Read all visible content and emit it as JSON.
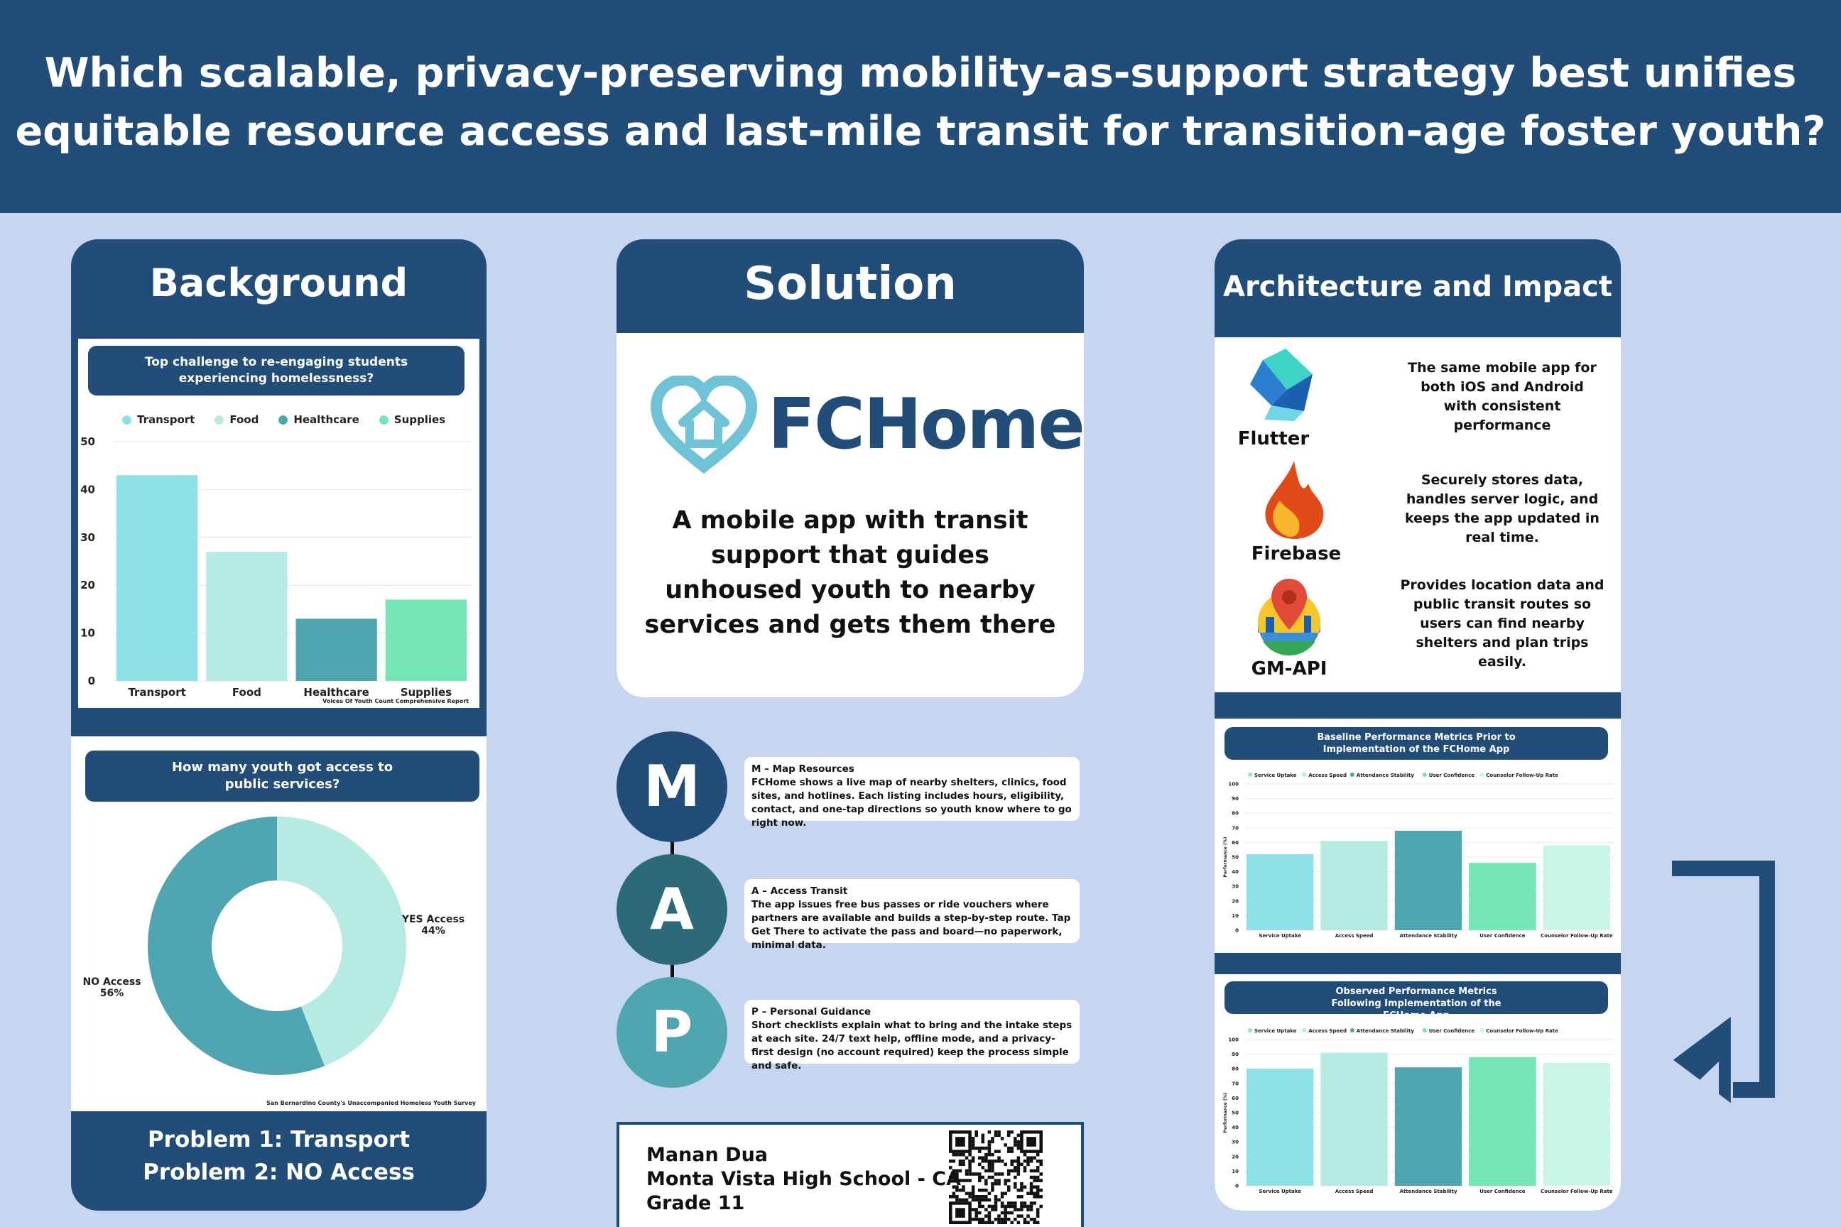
{
  "header": {
    "title_line1": "Which scalable, privacy-preserving mobility-as-support strategy best unifies",
    "title_line2": "equitable resource access and last-mile transit for transition-age foster youth?"
  },
  "colors": {
    "navy": "#214d78",
    "page_bg": "#c6d6f1",
    "transport": "#8de2e8",
    "food": "#b6ebe4",
    "healthcare": "#4fa6b0",
    "supplies": "#74e6b6",
    "follow_up": "#c9f6e4"
  },
  "background": {
    "heading": "Background",
    "problem1": "Problem 1: Transport",
    "problem2": "Problem 2: NO Access"
  },
  "chart_data": [
    {
      "type": "bar",
      "title": "Top challenge to re-engaging students experiencing homelessness?",
      "categories": [
        "Transport",
        "Food",
        "Healthcare",
        "Supplies"
      ],
      "values": [
        43,
        27,
        13,
        17
      ],
      "legend": [
        "Transport",
        "Food",
        "Healthcare",
        "Supplies"
      ],
      "yticks": [
        "0",
        "10",
        "20",
        "30",
        "40",
        "50"
      ],
      "ylim": [
        0,
        50
      ],
      "grid": true,
      "legend_position": "top",
      "source": "Voices Of Youth Count Comprehensive Report"
    },
    {
      "type": "pie",
      "title": "How many youth got access to public services?",
      "slices": [
        {
          "label": "YES Access",
          "pct_label": "44%",
          "value": 44
        },
        {
          "label": "NO Access",
          "pct_label": "56%",
          "value": 56
        }
      ],
      "source": "San Bernardino County's Unaccompanied Homeless Youth Survey"
    },
    {
      "type": "bar",
      "title": "Baseline Performance Metrics Prior to Implementation of the FCHome App",
      "ylabel": "Performance (%)",
      "categories": [
        "Service Uptake",
        "Access Speed",
        "Attendance Stability",
        "User Confidence",
        "Counselor Follow-Up Rate"
      ],
      "values": [
        52,
        61,
        68,
        46,
        58
      ],
      "legend": [
        "Service Uptake",
        "Access Speed",
        "Attendance Stability",
        "User Confidence",
        "Counselor Follow-Up Rate"
      ],
      "yticks": [
        "0",
        "10",
        "20",
        "30",
        "40",
        "50",
        "60",
        "70",
        "80",
        "90",
        "100"
      ],
      "ylim": [
        0,
        100
      ],
      "grid": true,
      "legend_position": "top"
    },
    {
      "type": "bar",
      "title": "Observed Performance Metrics Following Implementation of the FCHome App",
      "ylabel": "Performance (%)",
      "categories": [
        "Service Uptake",
        "Access Speed",
        "Attendance Stability",
        "User Confidence",
        "Counselor Follow-Up Rate"
      ],
      "values": [
        80,
        91,
        81,
        88,
        84
      ],
      "legend": [
        "Service Uptake",
        "Access Speed",
        "Attendance Stability",
        "User Confidence",
        "Counselor Follow-Up Rate"
      ],
      "yticks": [
        "0",
        "10",
        "20",
        "30",
        "40",
        "50",
        "60",
        "70",
        "80",
        "90",
        "100"
      ],
      "ylim": [
        0,
        100
      ],
      "grid": true,
      "legend_position": "top"
    }
  ],
  "solution": {
    "heading": "Solution",
    "logo_text": "FCHome",
    "tagline_lines": [
      "A mobile app with transit",
      "support that guides",
      "unhoused youth to nearby",
      "services and gets them there"
    ],
    "map": [
      {
        "letter": "M",
        "title": "M – Map Resources",
        "text": "FCHome shows a live map of nearby shelters, clinics, food sites, and hotlines. Each listing includes hours, eligibility, contact, and one-tap directions so youth know where to go right now."
      },
      {
        "letter": "A",
        "title": "A – Access Transit",
        "text": "The app issues free bus passes or ride vouchers where partners are available and builds a step-by-step route. Tap Get There to activate the pass and board—no paperwork, minimal data."
      },
      {
        "letter": "P",
        "title": "P – Personal Guidance",
        "text": "Short checklists explain what to bring and the intake steps at each site. 24/7 text help, offline mode, and a privacy-first design (no account required) keep the process simple and safe."
      }
    ],
    "author": {
      "name": "Manan Dua",
      "school": "Monta Vista High School - CA",
      "grade": "Grade 11"
    }
  },
  "architecture": {
    "heading": "Architecture and Impact",
    "tech": [
      {
        "name": "Flutter",
        "icon": "flutter-icon",
        "desc_lines": [
          "The same mobile app for",
          "both iOS and Android",
          "with consistent",
          "performance"
        ]
      },
      {
        "name": "Firebase",
        "icon": "firebase-icon",
        "desc_lines": [
          "Securely stores data,",
          "handles server logic, and",
          "keeps the app updated in",
          "real time."
        ]
      },
      {
        "name": "GM-API",
        "icon": "google-maps-icon",
        "desc_lines": [
          "Provides location data and",
          "public transit routes so",
          "users can find nearby",
          "shelters and plan trips",
          "easily."
        ]
      }
    ]
  }
}
